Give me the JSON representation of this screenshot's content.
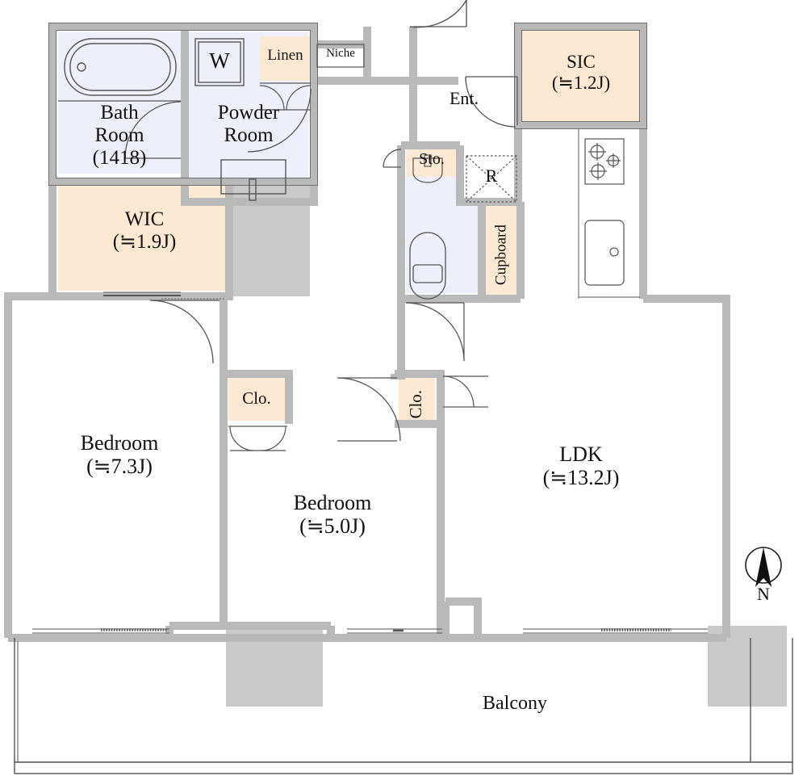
{
  "plan": {
    "type": "residential-floor-plan",
    "unit_area_notation": "J (jo / tatami mats)",
    "compass": {
      "label": "N",
      "icon": "north-arrow-icon"
    },
    "colors": {
      "wall": "#b9b9b9",
      "wall_outline": "#6e6e6e",
      "storage_fill": "#fbe9d4",
      "water_fill": "#edf0fa",
      "hatch_fill": "#c9c9c9",
      "room_fill": "#ffffff",
      "text": "#111111"
    },
    "rooms": [
      {
        "id": "bath-room",
        "name": "Bath",
        "sub": "Room",
        "size": "(1418)",
        "fill": "water"
      },
      {
        "id": "powder-room",
        "name": "Powder",
        "sub": "Room",
        "size": "",
        "fill": "water"
      },
      {
        "id": "wic",
        "name": "WIC",
        "sub": "",
        "size": "(≒1.9J)",
        "fill": "storage"
      },
      {
        "id": "sic",
        "name": "SIC",
        "sub": "",
        "size": "(≒1.2J)",
        "fill": "storage"
      },
      {
        "id": "ldk",
        "name": "LDK",
        "sub": "",
        "size": "(≒13.2J)",
        "fill": "room"
      },
      {
        "id": "bedroom-main",
        "name": "Bedroom",
        "sub": "",
        "size": "(≒7.3J)",
        "fill": "room"
      },
      {
        "id": "bedroom-2",
        "name": "Bedroom",
        "sub": "",
        "size": "(≒5.0J)",
        "fill": "room"
      },
      {
        "id": "balcony",
        "name": "Balcony",
        "sub": "",
        "size": "",
        "fill": "room"
      }
    ],
    "labels": {
      "bath_room_l1": "Bath",
      "bath_room_l2": "Room",
      "bath_room_l3": "(1418)",
      "powder_room_l1": "Powder",
      "powder_room_l2": "Room",
      "washer": "W",
      "linen": "Linen",
      "niche": "Niche",
      "wic_l1": "WIC",
      "wic_l2": "(≒1.9J)",
      "sic_l1": "SIC",
      "sic_l2": "(≒1.2J)",
      "entrance": "Ent.",
      "storage_small": "Sto.",
      "refrigerator": "R",
      "cupboard": "Cupboard",
      "closet_1": "Clo.",
      "closet_2": "Clo.",
      "ldk_l1": "LDK",
      "ldk_l2": "(≒13.2J)",
      "bedroom_main_l1": "Bedroom",
      "bedroom_main_l2": "(≒7.3J)",
      "bedroom_2_l1": "Bedroom",
      "bedroom_2_l2": "(≒5.0J)",
      "balcony": "Balcony",
      "north": "N"
    },
    "fixtures": [
      {
        "name": "bathtub-icon",
        "room": "bath-room"
      },
      {
        "name": "washing-machine-icon",
        "room": "powder-room"
      },
      {
        "name": "vanity-counter-icon",
        "room": "powder-room"
      },
      {
        "name": "toilet-icon",
        "room": "toilet-room"
      },
      {
        "name": "sink-basin-icon",
        "room": "toilet-room"
      },
      {
        "name": "gas-stove-icon",
        "room": "kitchen"
      },
      {
        "name": "kitchen-sink-icon",
        "room": "kitchen"
      },
      {
        "name": "refrigerator-space-icon",
        "room": "kitchen"
      }
    ]
  }
}
